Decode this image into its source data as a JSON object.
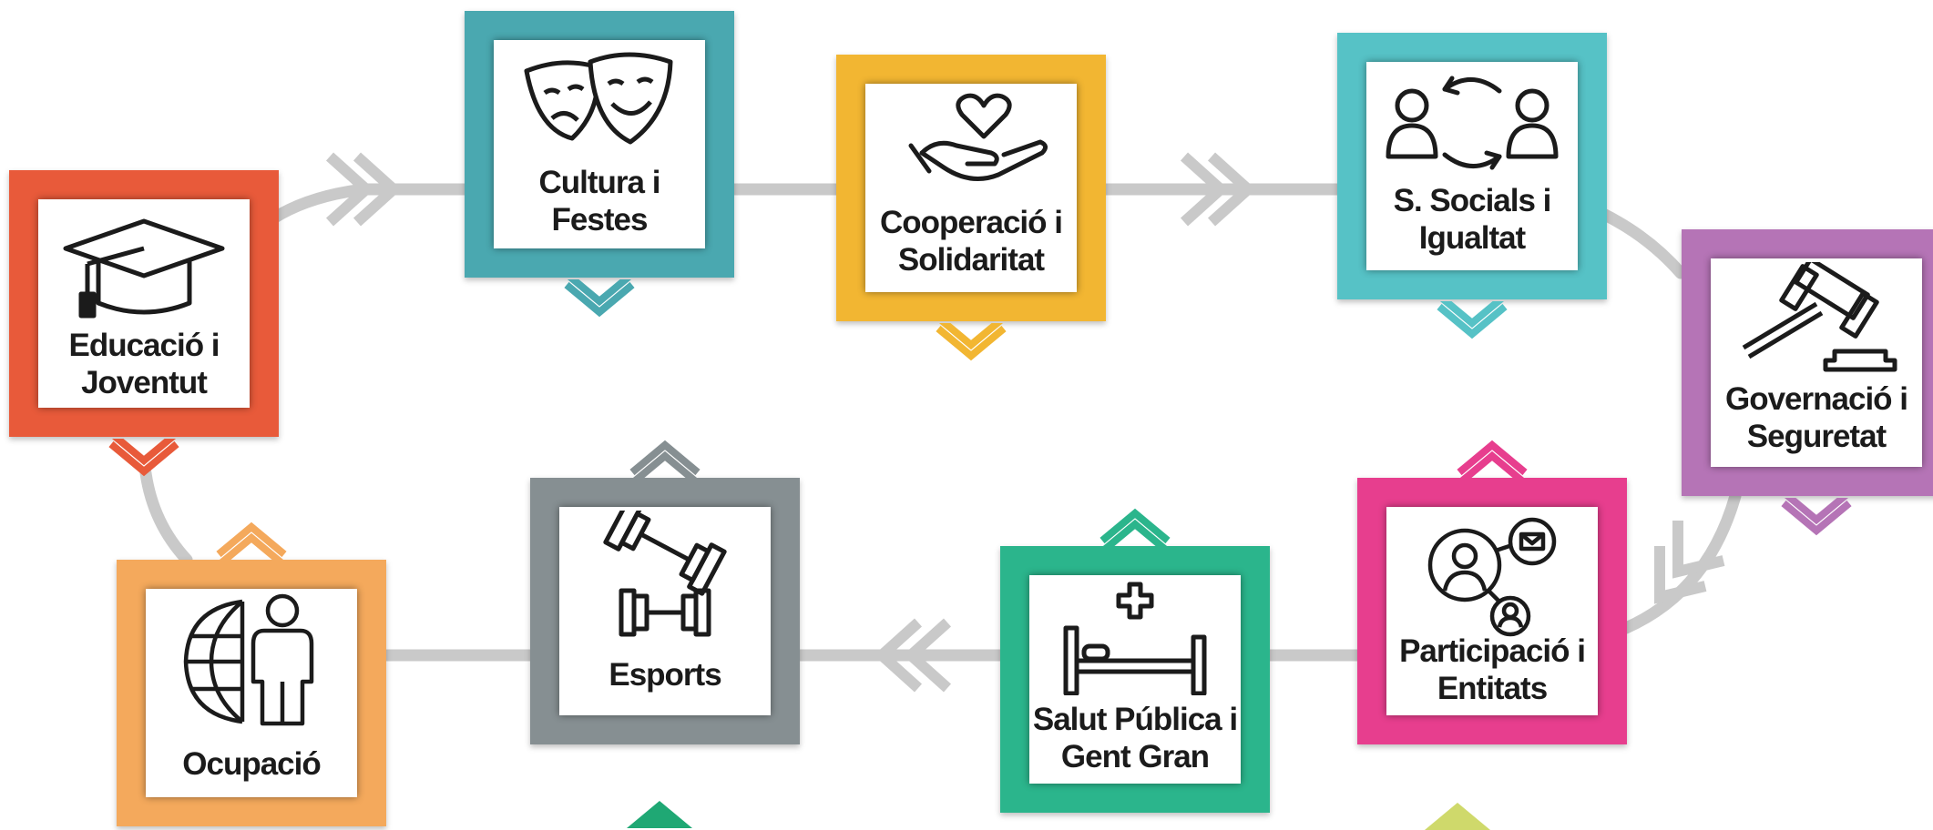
{
  "colors": {
    "path": "#c9c9c9",
    "educacio": "#e85a3a",
    "cultura": "#4aa8b0",
    "cooperacio": "#f2b632",
    "socials": "#56c2c6",
    "governacio": "#b574b6",
    "participacio": "#e73e8e",
    "salut": "#2bb58c",
    "esports": "#868f92",
    "ocupacio": "#f4a95c",
    "partial_green": "#1fa874",
    "partial_lime": "#cfd96b"
  },
  "nodes": {
    "educacio": {
      "label": "Educació i\nJoventut",
      "icon": "graduation-cap-icon"
    },
    "cultura": {
      "label": "Cultura i\nFestes",
      "icon": "theater-masks-icon"
    },
    "cooperacio": {
      "label": "Cooperació i\nSolidaritat",
      "icon": "heart-in-hand-icon"
    },
    "socials": {
      "label": "S. Socials i\nIgualtat",
      "icon": "people-exchange-icon"
    },
    "governacio": {
      "label": "Governació i\nSeguretat",
      "icon": "gavel-icon"
    },
    "participacio": {
      "label": "Participació i\nEntitats",
      "icon": "network-people-icon"
    },
    "salut": {
      "label": "Salut Pública i\nGent Gran",
      "icon": "hospital-bed-icon"
    },
    "esports": {
      "label": "Esports",
      "icon": "dumbbells-icon"
    },
    "ocupacio": {
      "label": "Ocupació",
      "icon": "globe-person-icon"
    }
  }
}
